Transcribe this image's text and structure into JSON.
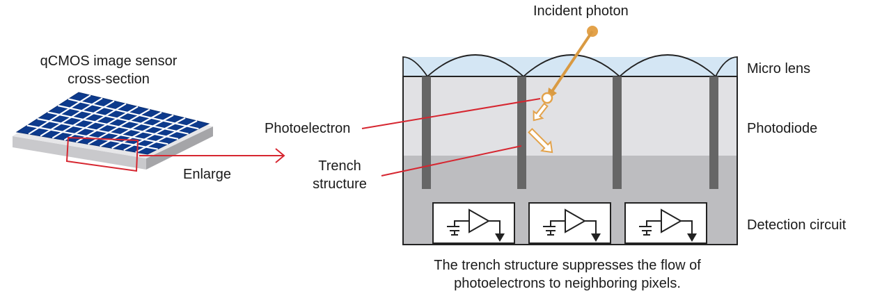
{
  "labels": {
    "sensor_title_line1": "qCMOS image sensor",
    "sensor_title_line2": "cross-section",
    "enlarge": "Enlarge",
    "incident_photon": "Incident photon",
    "photoelectron": "Photoelectron",
    "trench_line1": "Trench",
    "trench_line2": "structure",
    "micro_lens": "Micro lens",
    "photodiode": "Photodiode",
    "detection_circuit": "Detection circuit",
    "caption_line1": "The trench structure suppresses the flow of",
    "caption_line2": "photoelectrons to neighboring pixels."
  },
  "colors": {
    "sensor_blue": "#0d3a8c",
    "highlight_red": "#d62630",
    "photon_orange": "#e3a24a",
    "lens_blue": "#d4e6f4",
    "photodiode_gray": "#e1e1e4",
    "circuit_gray": "#bdbdc0",
    "trench_gray": "#666666"
  },
  "icons": {
    "amplifier": "amplifier-circuit-icon",
    "photon": "photon-dot-icon",
    "electron": "photoelectron-circle-icon"
  }
}
